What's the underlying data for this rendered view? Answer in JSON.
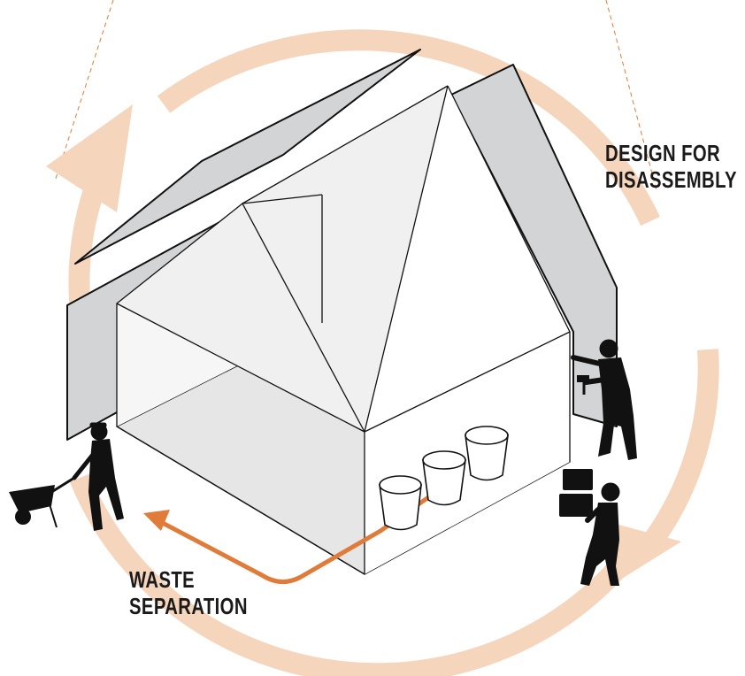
{
  "labels": {
    "design_for_disassembly": [
      "DESIGN FOR",
      "DISASSEMBLY"
    ],
    "waste_separation": [
      "WASTE",
      "SEPARATION"
    ]
  },
  "colors": {
    "cycle_arrow": "#f6d5bd",
    "waste_arrow": "#e07b39",
    "panel_gray": "#d3d4d5",
    "floor_gray": "#e6e6e6",
    "outline": "#111111",
    "figure": "#111111",
    "guide_line": "#e07b39"
  },
  "icons": {
    "worker_wheelbarrow": "person-pushing-wheelbarrow-icon",
    "worker_drill": "person-with-drill-icon",
    "worker_boxes": "person-carrying-boxes-icon",
    "buckets": "waste-bucket-icon"
  }
}
